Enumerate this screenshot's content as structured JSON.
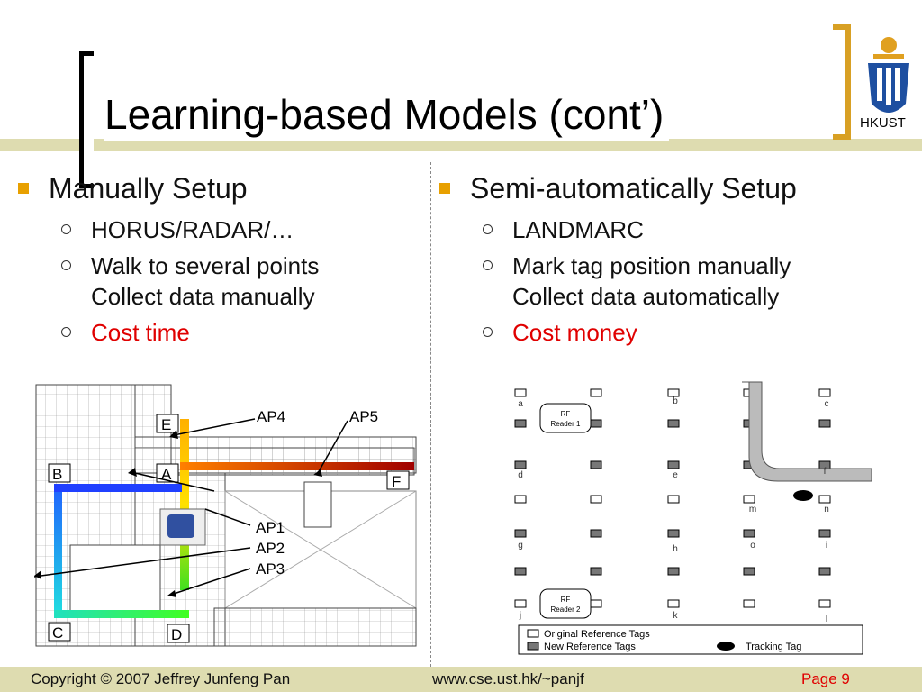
{
  "slide": {
    "title": "Learning-based Models (cont’)",
    "logo_text": "HKUST",
    "left": {
      "heading": "Manually Setup",
      "items": [
        {
          "text": "HORUS/RADAR/…"
        },
        {
          "text": "Walk to several points",
          "text2": "Collect data manually"
        },
        {
          "text": "Cost time"
        }
      ]
    },
    "right": {
      "heading": "Semi-automatically Setup",
      "items": [
        {
          "text": "LANDMARC"
        },
        {
          "text": "Mark tag position manually",
          "text2": "Collect data automatically"
        },
        {
          "text": "Cost money"
        }
      ]
    },
    "floorplan": {
      "rooms": [
        "E",
        "B",
        "A",
        "F",
        "C",
        "D"
      ],
      "aps": [
        "AP4",
        "AP5",
        "AP1",
        "AP2",
        "AP3"
      ]
    },
    "tag_diagram": {
      "letters": [
        "a",
        "b",
        "c",
        "d",
        "e",
        "f",
        "m",
        "n",
        "g",
        "h",
        "o",
        "i",
        "j",
        "k",
        "l"
      ],
      "reader1": [
        "RF",
        "Reader 1"
      ],
      "reader2": [
        "RF",
        "Reader 2"
      ],
      "legend": {
        "original": "Original Reference Tags",
        "new": "New Reference Tags",
        "tracking": "Tracking Tag"
      }
    },
    "footer": {
      "copyright": "Copyright © 2007 Jeffrey Junfeng Pan",
      "url": "www.cse.ust.hk/~panjf",
      "page": "Page 9"
    },
    "colors": {
      "accent": "#e8a000",
      "bracket": "#d8a024",
      "band": "#dedcb0",
      "emphasis": "#e00000"
    }
  }
}
